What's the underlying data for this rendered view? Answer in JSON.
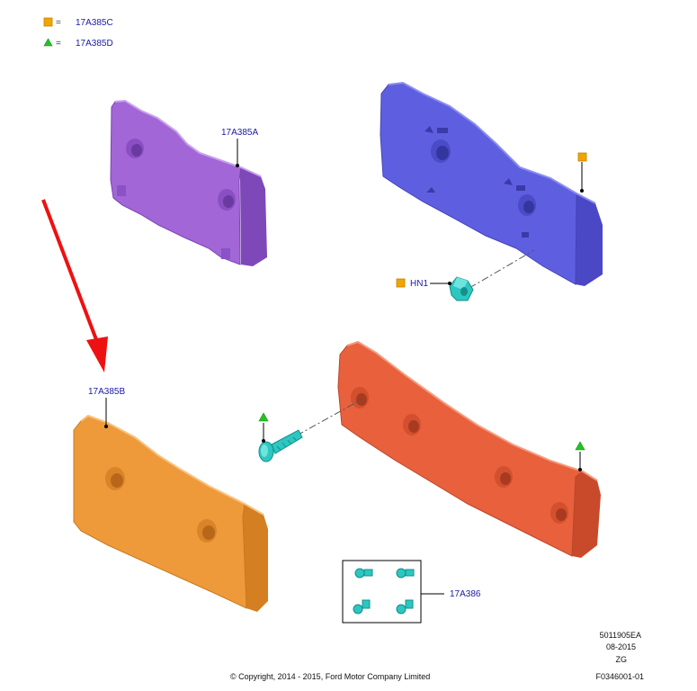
{
  "legend": [
    {
      "symbol": "square-marker",
      "equals": "=",
      "code": "17A385C",
      "color": "#f0a500"
    },
    {
      "symbol": "triangle-marker",
      "equals": "=",
      "code": "17A385D",
      "color": "#22c422"
    }
  ],
  "parts": {
    "bracket_a": {
      "label": "17A385A",
      "color": "#a266d6"
    },
    "bracket_blue": {
      "color": "#5e5fe0"
    },
    "nut": {
      "label": "HN1",
      "color": "#2cc7c0"
    },
    "bracket_b": {
      "label": "17A385B",
      "color": "#ee9a3a"
    },
    "bracket_red": {
      "color": "#e8603c"
    },
    "screw": {
      "color": "#2cc7c0"
    },
    "screw_kit": {
      "label": "17A386",
      "color": "#2cc7c0"
    }
  },
  "arrow": {
    "color": "#ee1111"
  },
  "footer": {
    "copyright": "© Copyright, 2014 - 2015, Ford Motor Company Limited",
    "doc_number": "5011905EA",
    "date": "08-2015",
    "code": "ZG",
    "figure_id": "F0346001-01"
  }
}
